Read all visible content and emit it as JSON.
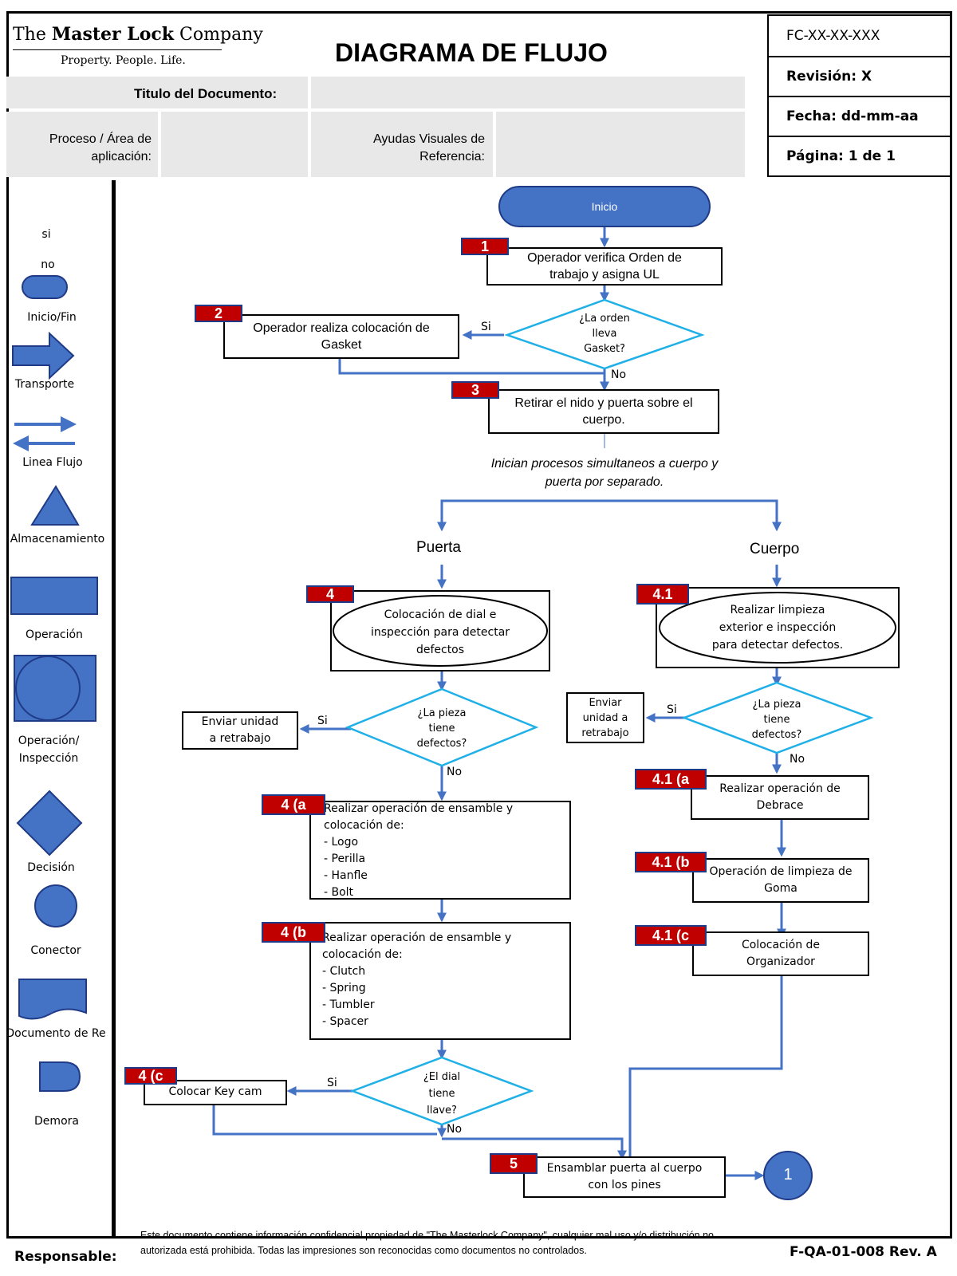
{
  "header": {
    "company_name_1": "The ",
    "company_name_2": "Master Lock",
    "company_name_3": " Company",
    "tagline": "Property. People. Life.",
    "title": "DIAGRAMA DE FLUJO",
    "doc_code": "FC-XX-XX-XXX",
    "revision": "Revisión: X",
    "date": "Fecha: dd-mm-aa",
    "page": "Página:  1  de  1",
    "doc_title_label": "Titulo del Documento:",
    "process_label_1": "Proceso / Área de",
    "process_label_2": "aplicación:",
    "visual_aids_label_1": "Ayudas Visuales de",
    "visual_aids_label_2": "Referencia:"
  },
  "legend": {
    "si": "si",
    "no": "no",
    "start_end": "Inicio/Fin",
    "transport": "Transporte",
    "flow_line": "Linea Flujo",
    "storage": "Almacenamiento",
    "operation": "Operación",
    "op_inspection_1": "Operación/",
    "op_inspection_2": "Inspección",
    "decision": "Decisión",
    "connector": "Conector",
    "document": "Documento de Re",
    "delay": "Demora"
  },
  "flow": {
    "start": "Inicio",
    "step1_num": "1",
    "step1_1": "Operador verifica Orden de",
    "step1_2": "trabajo y asigna UL",
    "dec1_1": "¿La orden",
    "dec1_2": "lleva",
    "dec1_3": "Gasket?",
    "dec1_yes": "Si",
    "dec1_no": "No",
    "step2_num": "2",
    "step2_1": "Operador realiza colocación de",
    "step2_2": "Gasket",
    "step3_num": "3",
    "step3_1": "Retirar el nido y puerta sobre el",
    "step3_2": "cuerpo.",
    "note_1": "Inician procesos simultaneos a cuerpo y",
    "note_2": "puerta por separado.",
    "branch_left": "Puerta",
    "branch_right": "Cuerpo",
    "step4_num": "4",
    "step4_1": "Colocación de dial e",
    "step4_2": "inspección para detectar",
    "step4_3": "defectos",
    "dec4_1": "¿La pieza",
    "dec4_2": "tiene",
    "dec4_3": "defectos?",
    "dec4_yes": "Si",
    "dec4_no": "No",
    "rework_left_1": "Enviar unidad",
    "rework_left_2": "a retrabajo",
    "step4a_num": "4 (a",
    "step4a_text": "Realizar operación de ensamble y\ncolocación de:\n- Logo\n- Perilla\n- Hanfle\n- Bolt",
    "step4b_num": "4 (b",
    "step4b_text": "Realizar operación de ensamble y\ncolocación de:\n- Clutch\n- Spring\n- Tumbler\n- Spacer",
    "dec4c_1": "¿El dial",
    "dec4c_2": "tiene",
    "dec4c_3": "llave?",
    "dec4c_yes": "Si",
    "dec4c_no": "No",
    "step4c_num": "4 (c",
    "step4c_text": "Colocar Key cam",
    "step41_num": "4.1",
    "step41_1": "Realizar limpieza",
    "step41_2": "exterior e inspección",
    "step41_3": "para detectar defectos.",
    "dec41_1": "¿La pieza",
    "dec41_2": "tiene",
    "dec41_3": "defectos?",
    "dec41_yes": "Si",
    "dec41_no": "No",
    "rework_right_1": "Enviar",
    "rework_right_2": "unidad a",
    "rework_right_3": "retrabajo",
    "step41a_num": "4.1 (a",
    "step41a_1": "Realizar operación de",
    "step41a_2": "Debrace",
    "step41b_num": "4.1 (b",
    "step41b_1": "Operación de limpieza de",
    "step41b_2": "Goma",
    "step41c_num": "4.1 (c",
    "step41c_1": "Colocación de",
    "step41c_2": "Organizador",
    "step5_num": "5",
    "step5_1": "Ensamblar puerta al cuerpo",
    "step5_2": "con los pines",
    "connector": "1"
  },
  "footer": {
    "responsible": "Responsable:",
    "disclaimer_1": "Este documento contiene información confidencial propiedad de \"The Masterlock Company\", cualquier mal uso y/o distribución no",
    "disclaimer_2": "autorizada está prohibida. Todas las impresiones son reconocidas como documentos no controlados.",
    "form_code": "F-QA-01-008 Rev. A"
  },
  "colors": {
    "flow_blue": "#4472c4",
    "decision_cyan": "#1fb0e8",
    "badge_red": "#c00000",
    "header_gray": "#e8e8e8"
  }
}
